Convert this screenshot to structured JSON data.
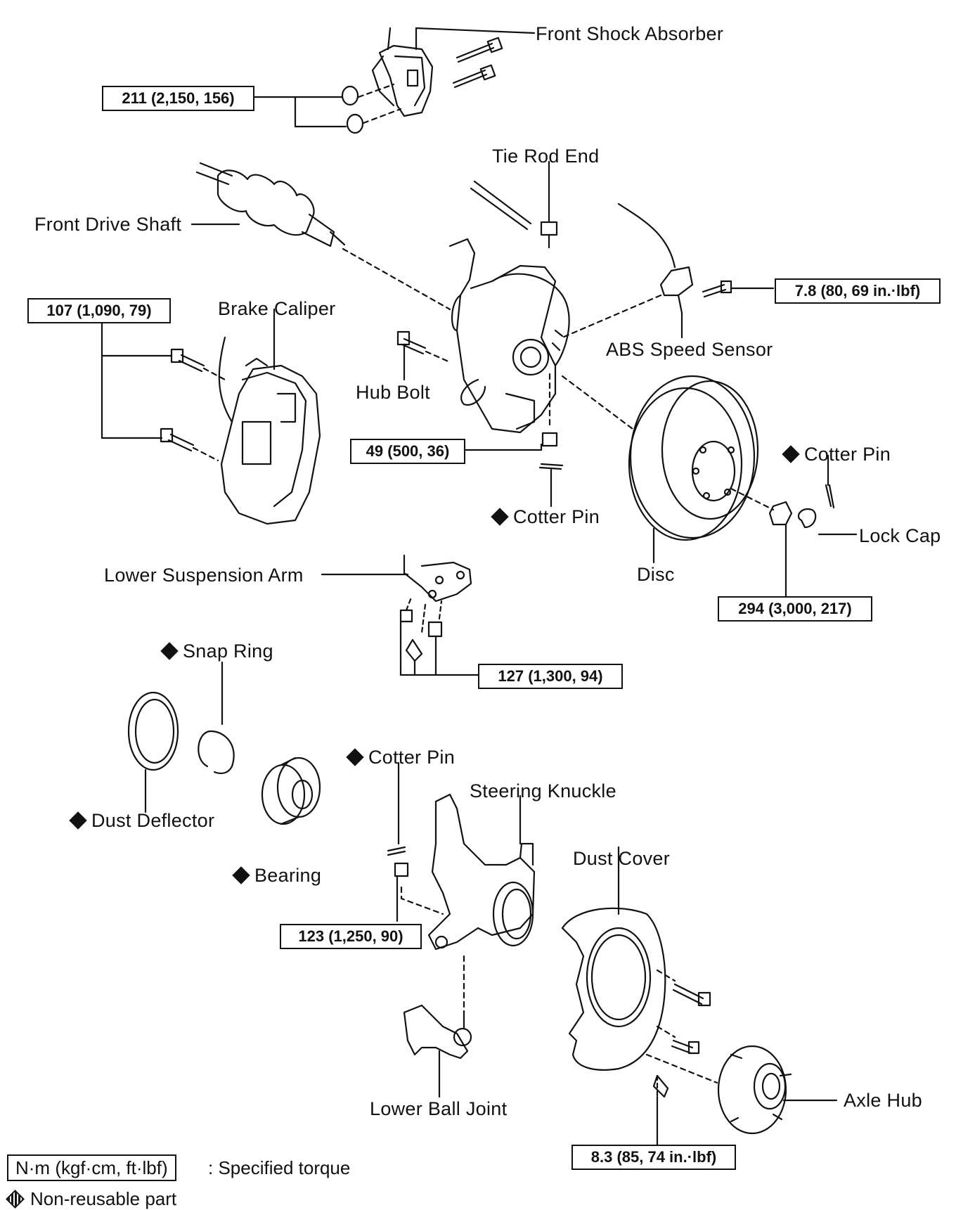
{
  "labels": {
    "front_shock_absorber": "Front Shock Absorber",
    "tie_rod_end": "Tie Rod End",
    "front_drive_shaft": "Front Drive Shaft",
    "brake_caliper": "Brake Caliper",
    "abs_speed_sensor": "ABS Speed Sensor",
    "hub_bolt": "Hub Bolt",
    "cotter_pin_right": "Cotter Pin",
    "cotter_pin_mid": "Cotter Pin",
    "lock_cap": "Lock Cap",
    "disc": "Disc",
    "lower_suspension_arm": "Lower Suspension Arm",
    "snap_ring": "Snap Ring",
    "cotter_pin_lower": "Cotter Pin",
    "steering_knuckle": "Steering Knuckle",
    "dust_deflector": "Dust Deflector",
    "bearing": "Bearing",
    "dust_cover": "Dust Cover",
    "axle_hub": "Axle Hub",
    "lower_ball_joint": "Lower Ball Joint"
  },
  "torques": {
    "shock_bolts": "211 (2,150, 156)",
    "abs_sensor": "7.8 (80, 69 in.·lbf)",
    "caliper": "107 (1,090, 79)",
    "tie_rod_nut": "49 (500, 36)",
    "hub_nut": "294 (3,000, 217)",
    "lower_arm": "127 (1,300, 94)",
    "ball_joint_nut": "123 (1,250, 90)",
    "dust_cover": "8.3 (85, 74 in.·lbf)"
  },
  "legend": {
    "unit_box": "N·m (kgf·cm, ft·lbf)",
    "unit_desc": ": Specified torque",
    "nonreusable": "Non-reusable part"
  }
}
